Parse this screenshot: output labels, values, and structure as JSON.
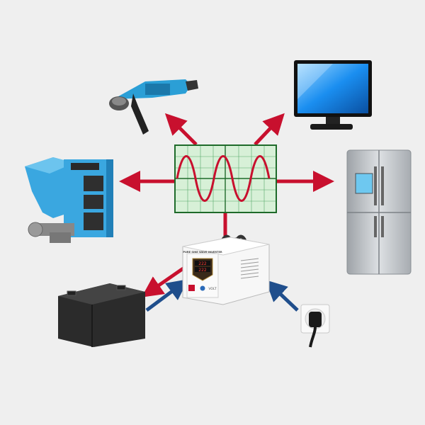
{
  "nodes": {
    "oscilloscope": {
      "name": "sine-wave-oscilloscope"
    },
    "inverter": {
      "name": "ups-inverter",
      "front_label": "PURE SINE WAVE INVERTER",
      "display_1": "222",
      "display_2": "222",
      "brand": "VOLT"
    },
    "loads": [
      "angle-grinder",
      "flat-screen-tv",
      "pellet-boiler",
      "refrigerator"
    ],
    "battery": "battery",
    "socket": "wall-socket-with-plug"
  },
  "colors": {
    "background": "#efefef",
    "arrow_out": "#c8102e",
    "arrow_in": "#1f4e8c",
    "scope_bg": "#d7f0d7",
    "grid": "#1e8a3a",
    "sine": "#c8102e",
    "boiler": "#3aa7e0",
    "battery": "#2b2b2b",
    "fridge": "#b8bcc0",
    "tv": "#0a6fd6",
    "grinder": "#2b9fd6"
  }
}
